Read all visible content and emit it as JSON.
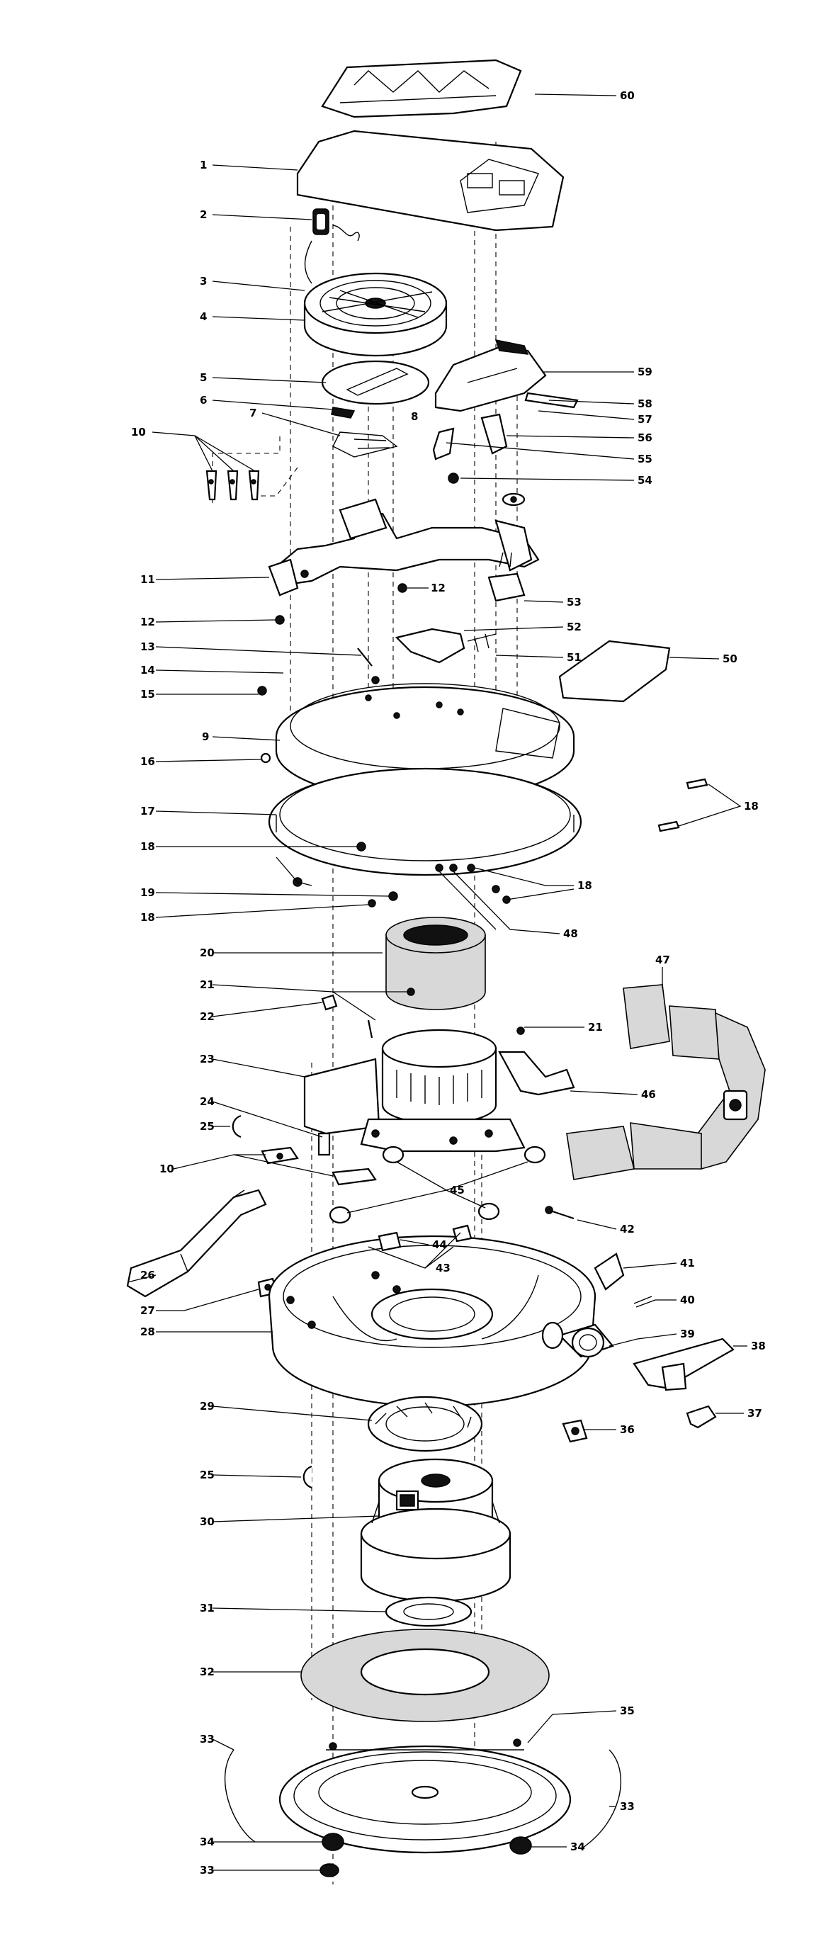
{
  "diagram": {
    "callouts": [
      {
        "id": "60",
        "label": "60"
      },
      {
        "id": "1",
        "label": "1"
      },
      {
        "id": "2",
        "label": "2"
      },
      {
        "id": "3",
        "label": "3"
      },
      {
        "id": "4",
        "label": "4"
      },
      {
        "id": "5",
        "label": "5"
      },
      {
        "id": "6",
        "label": "6"
      },
      {
        "id": "7",
        "label": "7"
      },
      {
        "id": "8",
        "label": "8"
      },
      {
        "id": "10a",
        "label": "10"
      },
      {
        "id": "59",
        "label": "59"
      },
      {
        "id": "58",
        "label": "58"
      },
      {
        "id": "57",
        "label": "57"
      },
      {
        "id": "56",
        "label": "56"
      },
      {
        "id": "55",
        "label": "55"
      },
      {
        "id": "54",
        "label": "54"
      },
      {
        "id": "11",
        "label": "11"
      },
      {
        "id": "12a",
        "label": "12"
      },
      {
        "id": "12b",
        "label": "12"
      },
      {
        "id": "53",
        "label": "53"
      },
      {
        "id": "52",
        "label": "52"
      },
      {
        "id": "13",
        "label": "13"
      },
      {
        "id": "51",
        "label": "51"
      },
      {
        "id": "50",
        "label": "50"
      },
      {
        "id": "14",
        "label": "14"
      },
      {
        "id": "15",
        "label": "15"
      },
      {
        "id": "9",
        "label": "9"
      },
      {
        "id": "16",
        "label": "16"
      },
      {
        "id": "17",
        "label": "17"
      },
      {
        "id": "18a",
        "label": "18"
      },
      {
        "id": "18b",
        "label": "18"
      },
      {
        "id": "18c",
        "label": "18"
      },
      {
        "id": "18d",
        "label": "18"
      },
      {
        "id": "19",
        "label": "19"
      },
      {
        "id": "48",
        "label": "48"
      },
      {
        "id": "20",
        "label": "20"
      },
      {
        "id": "47",
        "label": "47"
      },
      {
        "id": "21a",
        "label": "21"
      },
      {
        "id": "22",
        "label": "22"
      },
      {
        "id": "21b",
        "label": "21"
      },
      {
        "id": "23",
        "label": "23"
      },
      {
        "id": "46",
        "label": "46"
      },
      {
        "id": "24",
        "label": "24"
      },
      {
        "id": "25a",
        "label": "25"
      },
      {
        "id": "10b",
        "label": "10"
      },
      {
        "id": "45",
        "label": "45"
      },
      {
        "id": "42",
        "label": "42"
      },
      {
        "id": "44",
        "label": "44"
      },
      {
        "id": "41",
        "label": "41"
      },
      {
        "id": "26",
        "label": "26"
      },
      {
        "id": "43",
        "label": "43"
      },
      {
        "id": "40",
        "label": "40"
      },
      {
        "id": "27",
        "label": "27"
      },
      {
        "id": "39",
        "label": "39"
      },
      {
        "id": "28",
        "label": "28"
      },
      {
        "id": "38",
        "label": "38"
      },
      {
        "id": "29",
        "label": "29"
      },
      {
        "id": "36",
        "label": "36"
      },
      {
        "id": "37",
        "label": "37"
      },
      {
        "id": "25b",
        "label": "25"
      },
      {
        "id": "30",
        "label": "30"
      },
      {
        "id": "31",
        "label": "31"
      },
      {
        "id": "32",
        "label": "32"
      },
      {
        "id": "33a",
        "label": "33"
      },
      {
        "id": "35",
        "label": "35"
      },
      {
        "id": "33b",
        "label": "33"
      },
      {
        "id": "34a",
        "label": "34"
      },
      {
        "id": "34b",
        "label": "34"
      },
      {
        "id": "33c",
        "label": "33"
      }
    ]
  }
}
